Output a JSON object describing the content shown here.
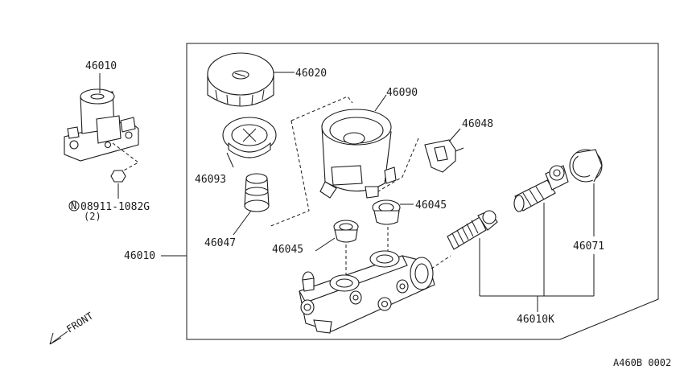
{
  "labels": {
    "assembly_small": "46010",
    "cap": "46020",
    "reservoir": "46090",
    "clip": "46048",
    "seal_top": "46093",
    "grommet_right": "46045",
    "grommet_left": "46045",
    "seal_bottom": "46047",
    "assembly_main": "46010",
    "repair_kit": "46010K",
    "cup": "46071",
    "nut_part": "08911-1082G",
    "nut_symbol": "N",
    "nut_qty": "(2)",
    "front": "FRONT",
    "diagram_id": "A460B 0002"
  }
}
